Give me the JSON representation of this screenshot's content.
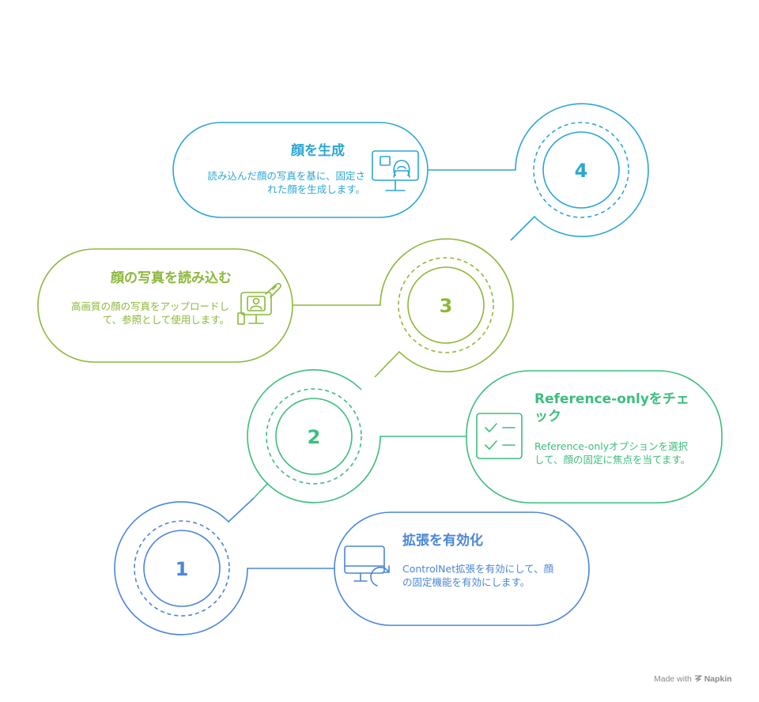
{
  "steps": [
    {
      "number": "1",
      "title": "拡張を有効化",
      "desc": "ControlNet拡張を有効にして、顔の固定機能を有効にします。",
      "icon": "monitor-refresh-icon",
      "color": "#4a86d8"
    },
    {
      "number": "2",
      "title": "Reference-onlyをチェック",
      "desc": "Reference-onlyオプションを選択して、顔の固定に焦点を当てます。",
      "icon": "checklist-icon",
      "color": "#3cbd7e"
    },
    {
      "number": "3",
      "title": "顔の写真を読み込む",
      "desc": "高画質の顔の写真をアップロードして、参照として使用します。",
      "icon": "upload-photo-icon",
      "color": "#8cb83a"
    },
    {
      "number": "4",
      "title": "顔を生成",
      "desc": "読み込んだ顔の写真を基に、固定された顔を生成します。",
      "icon": "generate-face-icon",
      "color": "#2ba6d4"
    }
  ],
  "credit": {
    "prefix": "Made with",
    "logo_icon": "napkin-logo-icon",
    "brand": "Napkin"
  }
}
